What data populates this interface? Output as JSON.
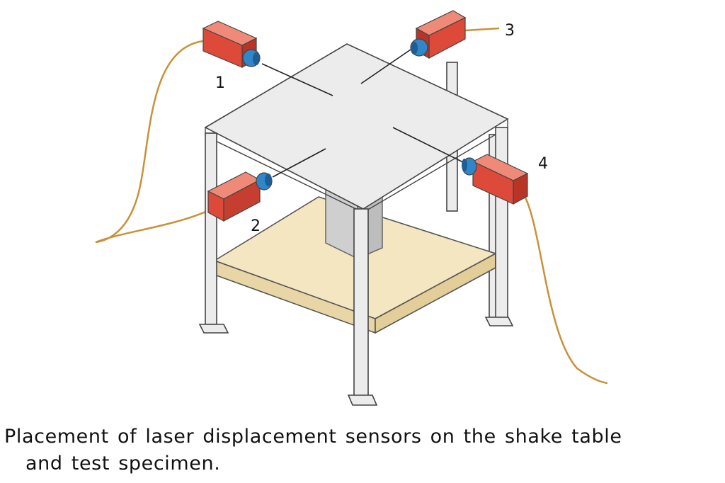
{
  "sensor_labels": [
    "1",
    "2",
    "3",
    "4"
  ],
  "caption": {
    "line1": "Placement of laser displacement sensors on the shake table",
    "line2": "and test specimen."
  },
  "colors": {
    "frame_fill": "#ececec",
    "frame_stroke": "#444444",
    "table_top": "#f5e6c2",
    "table_edge": "#e9d6a6",
    "specimen": "#d4d4d4",
    "sensor_body": "#de4a3a",
    "sensor_lens": "#2f86c9",
    "cable": "#c8923a"
  }
}
